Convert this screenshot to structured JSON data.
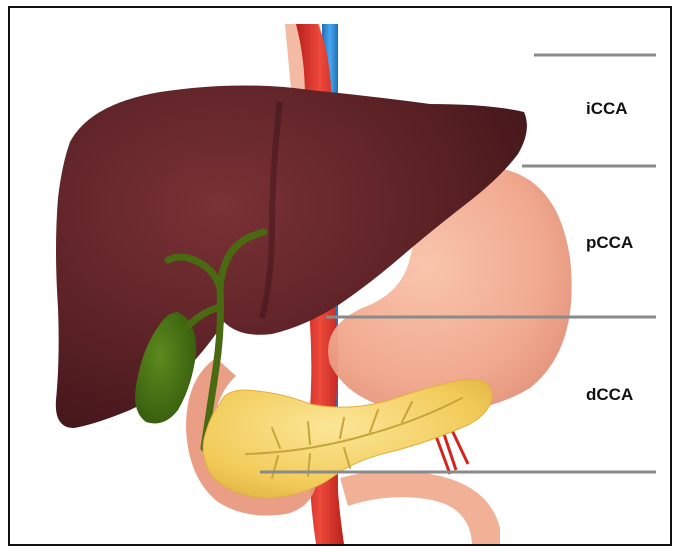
{
  "diagram": {
    "organs": [
      {
        "name": "liver"
      },
      {
        "name": "gallbladder"
      },
      {
        "name": "bile-duct"
      },
      {
        "name": "stomach"
      },
      {
        "name": "duodenum"
      },
      {
        "name": "pancreas"
      },
      {
        "name": "aorta"
      },
      {
        "name": "vena-cava"
      }
    ],
    "regions": [
      {
        "label": "iCCA"
      },
      {
        "label": "pCCA"
      },
      {
        "label": "dCCA"
      }
    ],
    "colors": {
      "liver": "#5c2226",
      "stomach": "#f0a58a",
      "pancreas": "#f2cc5a",
      "gallbladder": "#3f6a12",
      "artery": "#e0332a",
      "vein": "#2f8fd8",
      "divider": "#8a8a8a"
    }
  }
}
